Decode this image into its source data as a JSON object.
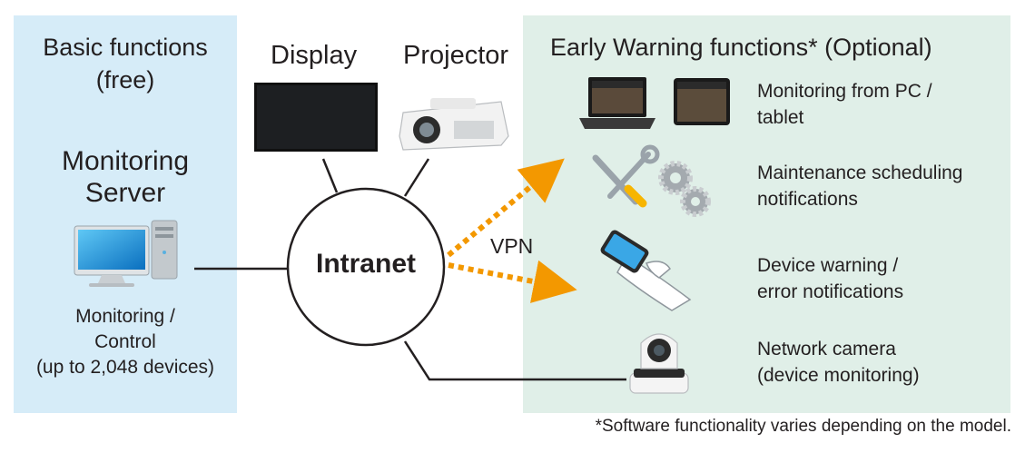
{
  "basic": {
    "title_line1": "Basic functions",
    "title_line2": "(free)",
    "server_line1": "Monitoring",
    "server_line2": "Server",
    "monitoring_line1": "Monitoring /",
    "monitoring_line2": "Control",
    "monitoring_line3": "(up to 2,048 devices)"
  },
  "devices": {
    "display": "Display",
    "projector": "Projector"
  },
  "network": {
    "intranet": "Intranet",
    "vpn": "VPN"
  },
  "early": {
    "title": "Early Warning functions* (Optional)",
    "features": [
      {
        "line1": "Monitoring from PC /",
        "line2": "tablet",
        "icon": "laptop-tablet-icon"
      },
      {
        "line1": "Maintenance scheduling",
        "line2": "notifications",
        "icon": "tools-gears-icon"
      },
      {
        "line1": "Device warning /",
        "line2": "error notifications",
        "icon": "smartphone-icon"
      },
      {
        "line1": "Network camera",
        "line2": "(device monitoring)",
        "icon": "ptz-camera-icon"
      }
    ]
  },
  "footnote": "*Software functionality varies depending on the model.",
  "colors": {
    "basic_panel": "#d6ecf8",
    "early_panel": "#e0efe8",
    "vpn_arrow": "#f39800",
    "text": "#231f20"
  }
}
